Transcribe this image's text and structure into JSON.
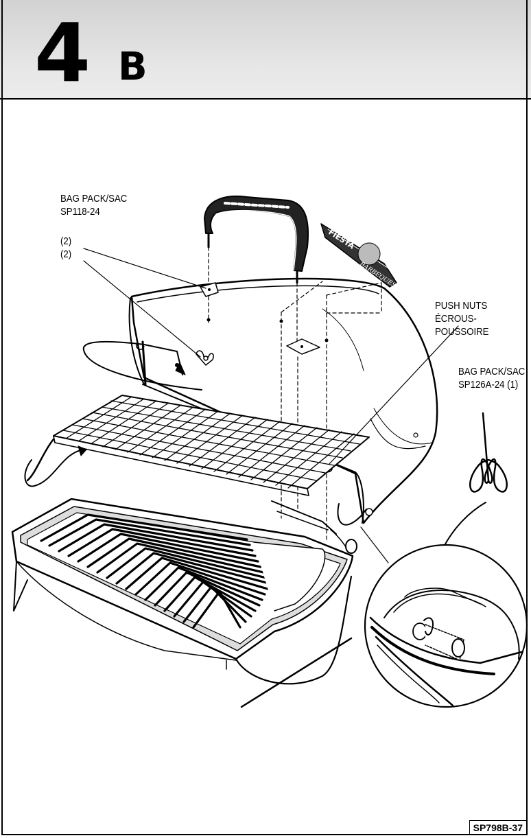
{
  "header": {
    "step_number": "4",
    "step_letter": "B"
  },
  "callouts": {
    "bag_pack_a_line1": "BAG PACK/SAC",
    "bag_pack_a_line2": "SP118-24",
    "qty_a": "(2)",
    "qty_b": "(2)",
    "push_nuts_line1": "PUSH NUTS",
    "push_nuts_line2": "ÉCROUS-",
    "push_nuts_line3": "POUSSOIRE",
    "bag_pack_b_line1": "BAG PACK/SAC",
    "bag_pack_b_line2": "SP126A-24 (1)"
  },
  "nameplate": {
    "brand": "FIESTA",
    "sub": "BARBEQUES"
  },
  "footer": {
    "part_number": "SP798B-37"
  }
}
